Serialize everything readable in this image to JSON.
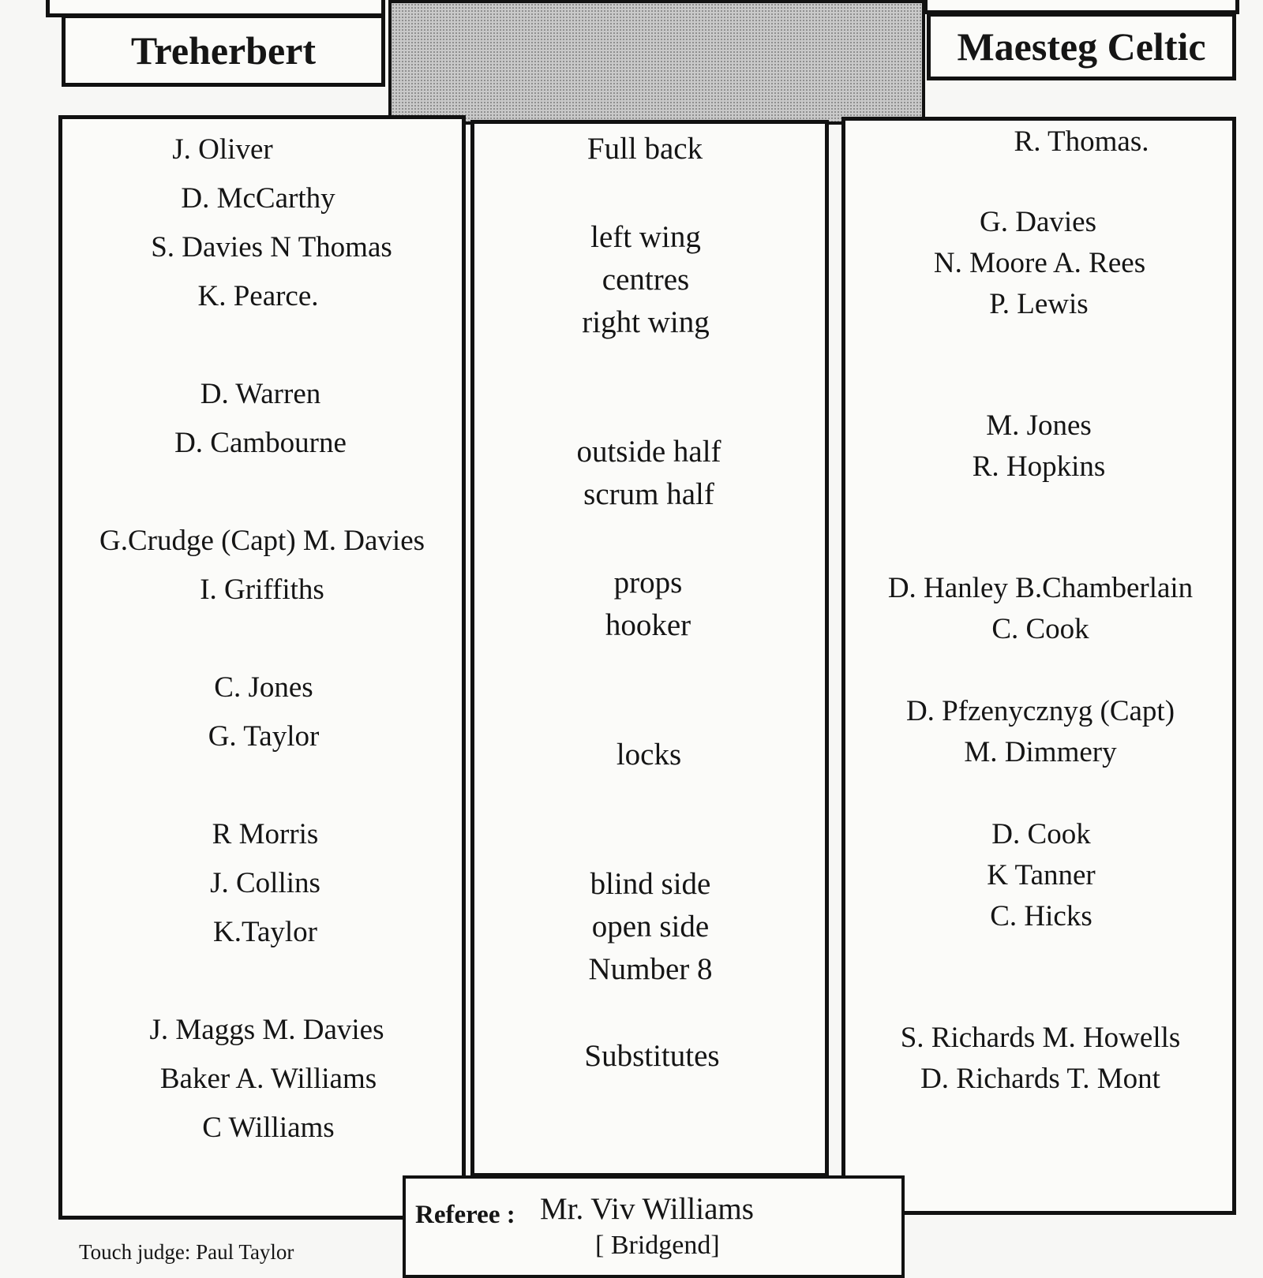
{
  "home": {
    "name": "Treherbert",
    "lines": [
      "J. Oliver",
      "D. McCarthy",
      "S. Davies   N Thomas",
      "K. Pearce.",
      "D. Warren",
      "D. Cambourne",
      "G.Crudge (Capt)   M. Davies",
      "I. Griffiths",
      "C. Jones",
      "G. Taylor",
      "R Morris",
      "J. Collins",
      "K.Taylor",
      "J. Maggs   M. Davies",
      "Baker    A. Williams",
      "C Williams"
    ]
  },
  "away": {
    "name": "Maesteg Celtic",
    "lines": [
      "R. Thomas.",
      "G. Davies",
      "N. Moore    A. Rees",
      "P. Lewis",
      "M. Jones",
      "R. Hopkins",
      "D. Hanley   B.Chamberlain",
      "C. Cook",
      "D. Pfzenycznyg  (Capt)",
      "M. Dimmery",
      "D. Cook",
      "K Tanner",
      "C. Hicks",
      "S. Richards   M. Howells",
      "D. Richards   T. Mont"
    ]
  },
  "positions": [
    "Full back",
    "left wing",
    "centres",
    "right wing",
    "outside half",
    "scrum half",
    "props",
    "hooker",
    "locks",
    "blind side",
    "open side",
    "Number 8",
    "Substitutes"
  ],
  "referee": {
    "label": "Referee :",
    "name": "Mr. Viv Williams",
    "club": "[ Bridgend]"
  },
  "touch_judge": "Touch judge: Paul Taylor"
}
